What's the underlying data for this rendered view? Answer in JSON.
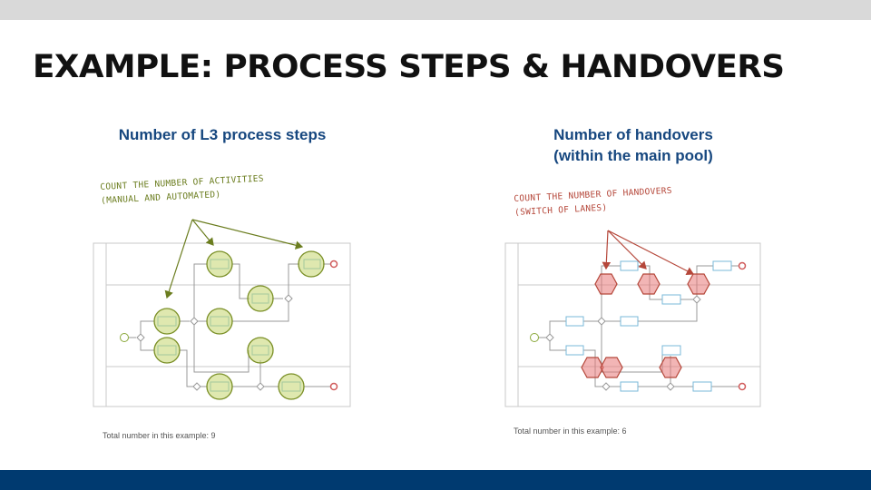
{
  "title": "EXAMPLE: PROCESS STEPS & HANDOVERS",
  "left": {
    "heading": "Number of L3 process steps",
    "annotation_line1": "COUNT THE NUMBER OF ACTIVITIES",
    "annotation_line2": "(MANUAL AND AUTOMATED)",
    "footer": "Total number in this example: 9"
  },
  "right": {
    "heading_line1": "Number of handovers",
    "heading_line2": "(within the main pool)",
    "annotation_line1": "COUNT THE NUMBER OF HANDOVERS",
    "annotation_line2": "(SWITCH OF LANES)",
    "footer": "Total number in this example: 6"
  },
  "colors": {
    "heading": "#16477f",
    "green": "#6b7d1f",
    "red": "#b5473a",
    "bottom_bar": "#003a70",
    "top_bar": "#d9d9d9"
  }
}
